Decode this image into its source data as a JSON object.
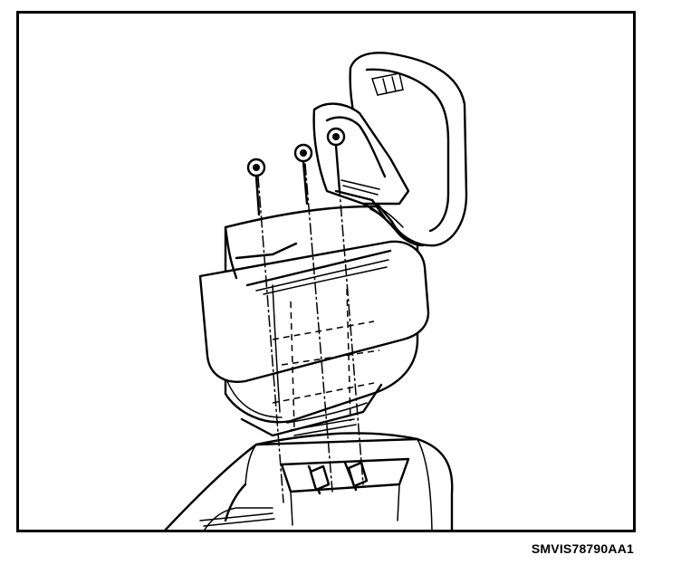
{
  "figure": {
    "code": "SMVIS78790AA1",
    "colors": {
      "line": "#000000",
      "background": "#ffffff"
    },
    "parts": [
      "console-base",
      "console-box",
      "armrest-lid",
      "screw",
      "screw",
      "screw"
    ]
  }
}
